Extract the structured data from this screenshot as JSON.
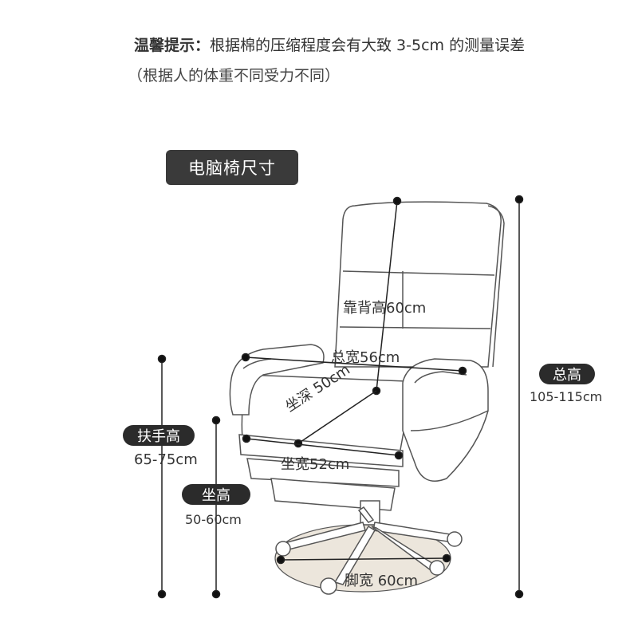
{
  "notice": {
    "prefix": "温馨提示：",
    "text": "根据棉的压缩程度会有大致 3-5cm 的测量误差",
    "note": "（根据人的体重不同受力不同）"
  },
  "title": "电脑椅尺寸",
  "dimensions": {
    "backrest_height": "靠背高60cm",
    "total_width": "总宽56cm",
    "seat_depth": "坐深 50cm",
    "seat_width": "坐宽52cm",
    "base_width": "脚宽 60cm",
    "total_height_label": "总高",
    "total_height_value": "105-115cm",
    "armrest_height_label": "扶手高",
    "armrest_height_value": "65-75cm",
    "seat_height_label": "坐高",
    "seat_height_value": "50-60cm"
  }
}
